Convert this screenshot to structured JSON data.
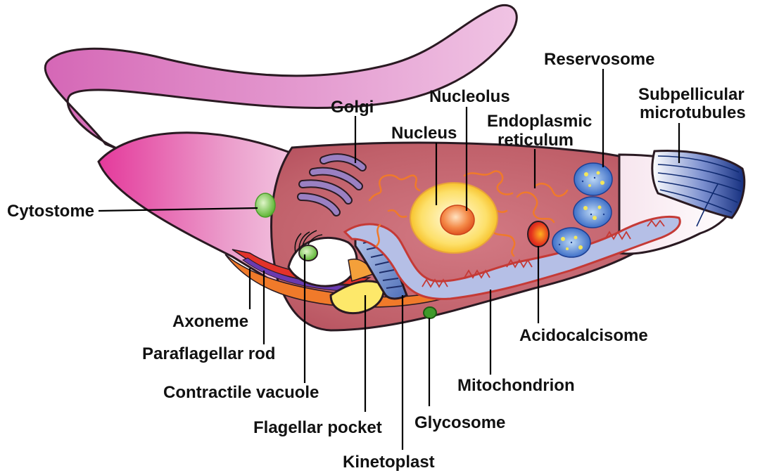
{
  "labels": {
    "reservosome": "Reservosome",
    "subpellicular_1": "Subpellicular",
    "subpellicular_2": "microtubules",
    "nucleolus": "Nucleolus",
    "golgi": "Golgi",
    "nucleus": "Nucleus",
    "er_1": "Endoplasmic",
    "er_2": "reticulum",
    "cytostome": "Cytostome",
    "axoneme": "Axoneme",
    "paraflagellar_rod": "Paraflagellar rod",
    "contractile_vacuole": "Contractile vacuole",
    "flagellar_pocket": "Flagellar pocket",
    "kinetoplast": "Kinetoplast",
    "glycosome": "Glycosome",
    "mitochondrion": "Mitochondrion",
    "acidocalcisome": "Acidocalcisome"
  },
  "colors": {
    "flagellum": "#dc7fbf",
    "body_front": "#e24ba0",
    "body_interior": "#c26670",
    "nucleus": "#fbd24e",
    "nucleolus": "#f0743a",
    "golgi": "#9a80c2",
    "er": "#f07a2a",
    "reservosome": "#4f7fcf",
    "cytostome": "#72c445",
    "glycosome": "#2f8a22",
    "acidocalcisome": "#e23a2a",
    "mitochondrion": "#b9c2ea",
    "microtubules": "#1b3a8a"
  }
}
